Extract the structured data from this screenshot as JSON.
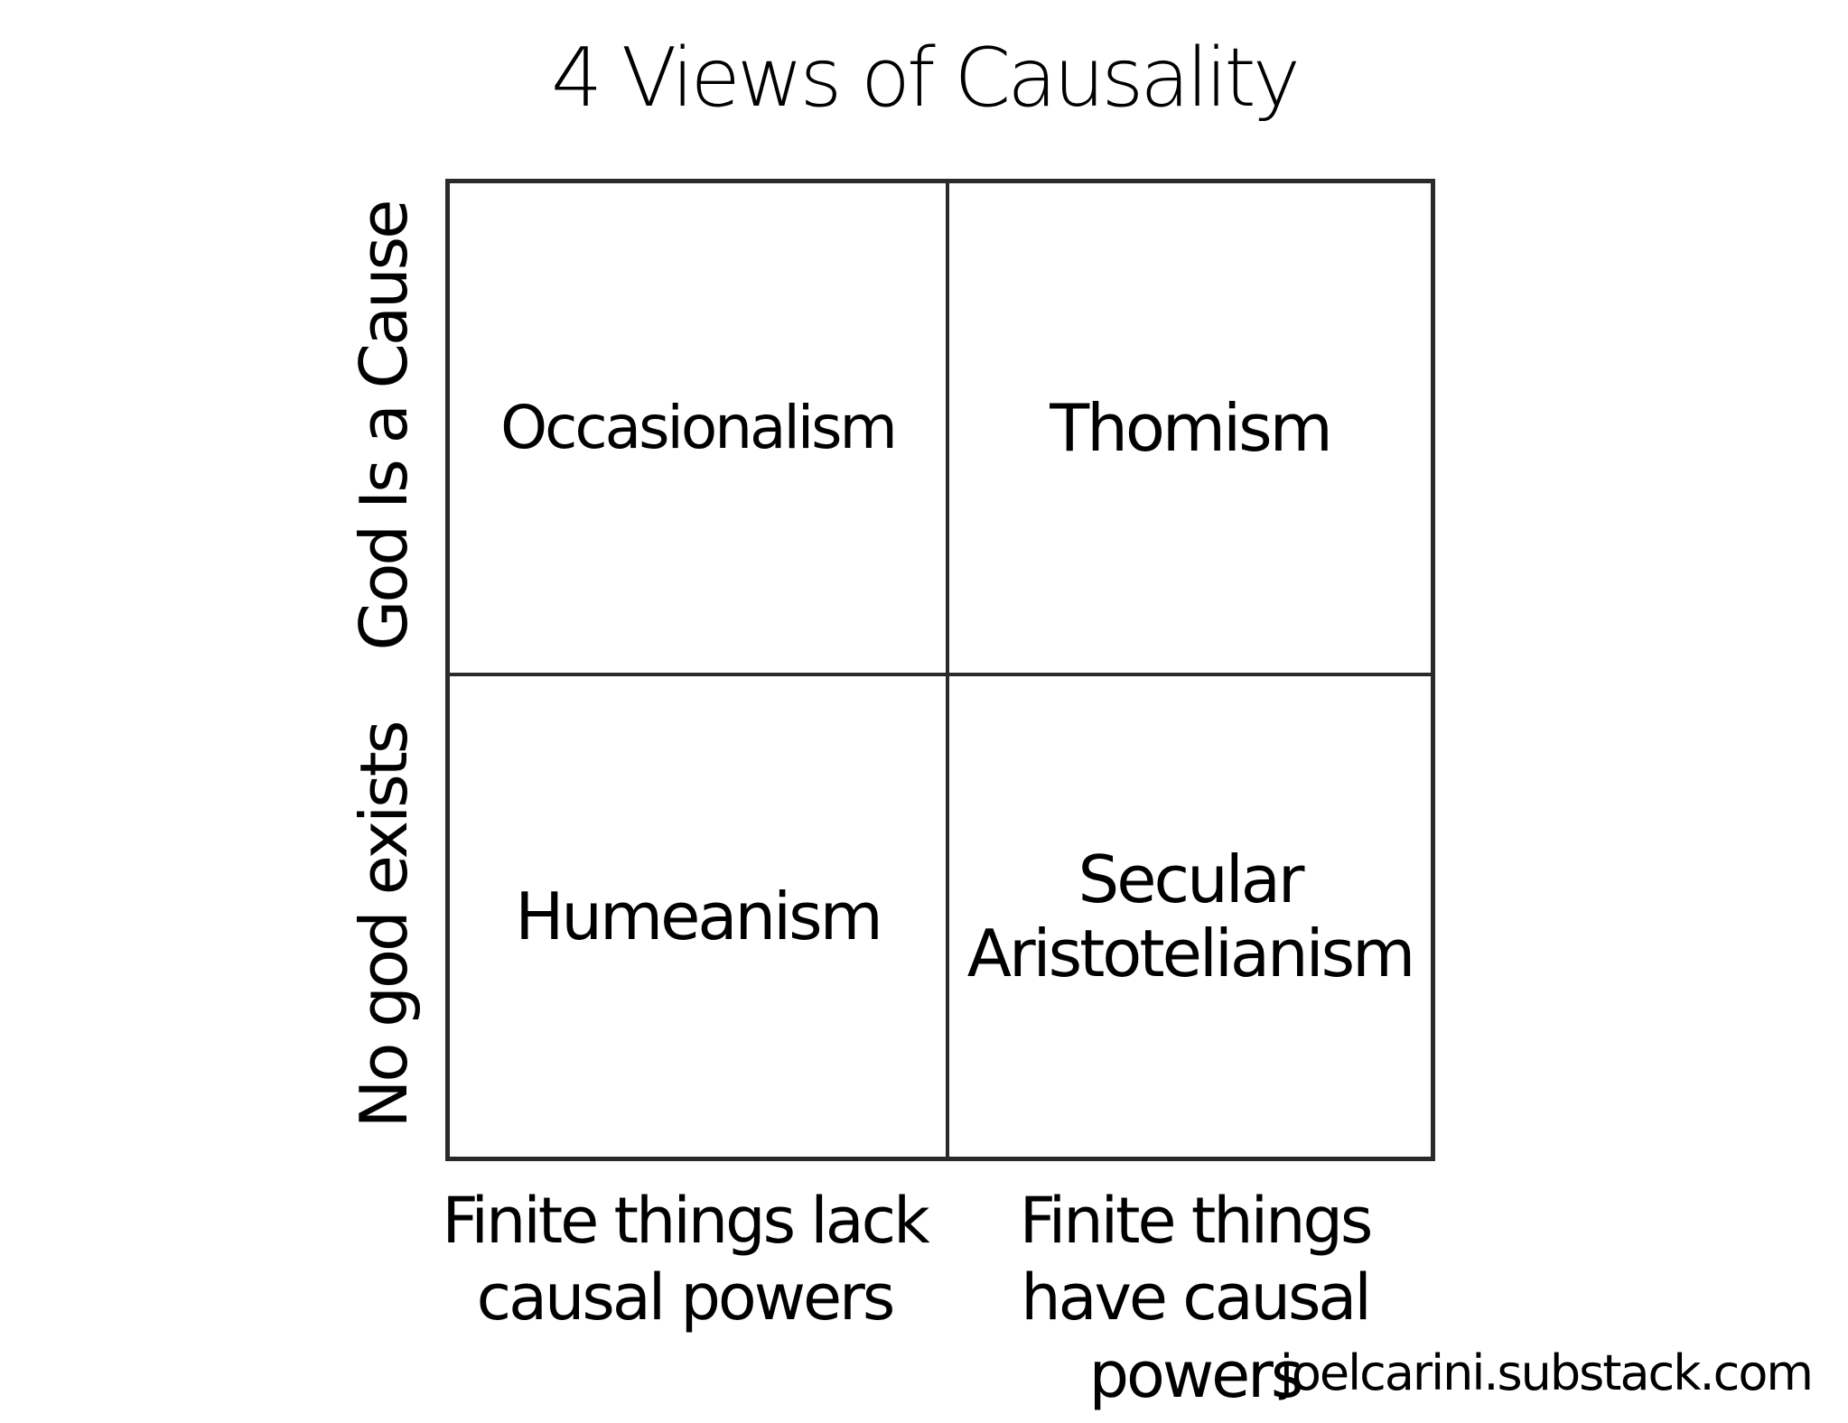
{
  "title": "4 Views of Causality",
  "rows": {
    "top_label": "God Is a Cause",
    "bottom_label": "No god exists"
  },
  "columns": {
    "left_label": "Finite things lack causal powers",
    "right_label": "Finite things have causal powers"
  },
  "cells": {
    "top_left": "Occasionalism",
    "top_right": "Thomism",
    "bottom_left": "Humeanism",
    "bottom_right": "Secular Aristotelianism"
  },
  "footer": "joelcarini.substack.com"
}
